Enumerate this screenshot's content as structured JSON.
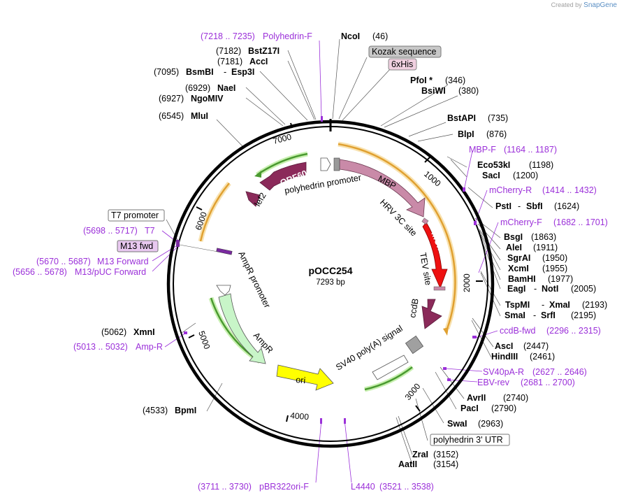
{
  "credit": {
    "prefix": "Created by",
    "brand": "SnapGene"
  },
  "plasmid": {
    "name": "pOCC254",
    "size": "7293 bp"
  },
  "ticks": [
    "1000",
    "2000",
    "3000",
    "4000",
    "5000",
    "6000",
    "7000"
  ],
  "enzymes": [
    {
      "id": "ncoi",
      "name": "NcoI",
      "pos": "(46)"
    },
    {
      "id": "pfoi",
      "name": "PfoI *",
      "pos": "(346)"
    },
    {
      "id": "bsiwi",
      "name": "BsiWI",
      "pos": "(380)"
    },
    {
      "id": "bstapi",
      "name": "BstAPI",
      "pos": "(735)"
    },
    {
      "id": "blpi",
      "name": "BlpI",
      "pos": "(876)"
    },
    {
      "id": "eco53ki",
      "name": "Eco53kI",
      "pos": "(1198)"
    },
    {
      "id": "saci",
      "name": "SacI",
      "pos": "(1200)"
    },
    {
      "id": "psti",
      "name": "PstI",
      "name2": "SbfI",
      "pos": "(1624)"
    },
    {
      "id": "bsgi",
      "name": "BsgI",
      "pos": "(1863)"
    },
    {
      "id": "alei",
      "name": "AleI",
      "pos": "(1911)"
    },
    {
      "id": "sgrai",
      "name": "SgrAI",
      "pos": "(1950)"
    },
    {
      "id": "xcmi",
      "name": "XcmI",
      "pos": "(1955)"
    },
    {
      "id": "bamhi",
      "name": "BamHI",
      "pos": "(1977)"
    },
    {
      "id": "eagi",
      "name": "EagI",
      "name2": "NotI",
      "pos": "(2005)"
    },
    {
      "id": "tspmi",
      "name": "TspMI",
      "name2": "XmaI",
      "pos": "(2193)"
    },
    {
      "id": "smai",
      "name": "SmaI",
      "name2": "SrfI",
      "pos": "(2195)"
    },
    {
      "id": "asci",
      "name": "AscI",
      "pos": "(2447)"
    },
    {
      "id": "hindiii",
      "name": "HindIII",
      "pos": "(2461)"
    },
    {
      "id": "avrii",
      "name": "AvrII",
      "pos": "(2740)"
    },
    {
      "id": "paci",
      "name": "PacI",
      "pos": "(2790)"
    },
    {
      "id": "swai",
      "name": "SwaI",
      "pos": "(2963)"
    },
    {
      "id": "zrai",
      "name": "ZraI",
      "pos": "(3152)"
    },
    {
      "id": "aatii",
      "name": "AatII",
      "pos": "(3154)"
    },
    {
      "id": "bpmi",
      "name": "BpmI",
      "pos": "(4533)"
    },
    {
      "id": "xmni",
      "name": "XmnI",
      "pos": "(5062)"
    },
    {
      "id": "mlui",
      "name": "MluI",
      "pos": "(6545)"
    },
    {
      "id": "ngomiv",
      "name": "NgoMIV",
      "pos": "(6927)"
    },
    {
      "id": "naei",
      "name": "NaeI",
      "pos": "(6929)"
    },
    {
      "id": "bsmbi",
      "name": "BsmBI",
      "name2": "Esp3I",
      "pos": "(7095)"
    },
    {
      "id": "acci",
      "name": "AccI",
      "pos": "(7181)"
    },
    {
      "id": "bstz17i",
      "name": "BstZ17I",
      "pos": "(7182)"
    }
  ],
  "primers": [
    {
      "id": "polyhedrin-f",
      "name": "Polyhedrin-F",
      "pos": "(7218 .. 7235)"
    },
    {
      "id": "mbp-f",
      "name": "MBP-F",
      "pos": "(1164 .. 1187)"
    },
    {
      "id": "mcherry-r",
      "name": "mCherry-R",
      "pos": "(1414 .. 1432)"
    },
    {
      "id": "mcherry-f",
      "name": "mCherry-F",
      "pos": "(1682 .. 1701)"
    },
    {
      "id": "ccdb-fwd",
      "name": "ccdB-fwd",
      "pos": "(2296 .. 2315)"
    },
    {
      "id": "sv40pa-r",
      "name": "SV40pA-R",
      "pos": "(2627 .. 2646)"
    },
    {
      "id": "ebv-rev",
      "name": "EBV-rev",
      "pos": "(2681 .. 2700)"
    },
    {
      "id": "l4440",
      "name": "L4440",
      "pos": "(3521 .. 3538)"
    },
    {
      "id": "pbr322ori-f",
      "name": "pBR322ori-F",
      "pos": "(3711 .. 3730)"
    },
    {
      "id": "amp-r",
      "name": "Amp-R",
      "pos": "(5013 .. 5032)"
    },
    {
      "id": "m13puc-forward",
      "name": "M13/pUC Forward",
      "pos": "(5656 .. 5678)"
    },
    {
      "id": "m13-forward",
      "name": "M13 Forward",
      "pos": "(5670 .. 5687)"
    },
    {
      "id": "t7",
      "name": "T7",
      "pos": "(5698 .. 5717)"
    }
  ],
  "boxes": {
    "kozak": "Kozak sequence",
    "his": "6xHis",
    "t7promoter": "T7 promoter",
    "m13fwd": "M13 fwd",
    "utr": "polyhedrin 3' UTR"
  },
  "features": {
    "orf603": "ORF603",
    "lef2": "lef2",
    "polyhedrin_promoter": "polyhedrin promoter",
    "mbp": "MBP",
    "hrv3c": "HRV 3C site",
    "mcherry": "mCherry",
    "tev": "TEV site",
    "ccdb": "ccdB",
    "sv40": "SV40 poly(A) signal",
    "ori": "ori",
    "ampr": "AmpR",
    "ampr_promoter": "AmpR promoter"
  },
  "colors": {
    "primer": "#9b30d9",
    "orf603": "#8b2a5a",
    "mbp": "#c98aa8",
    "mcherry": "#ee1111",
    "ccdb": "#8b2a5a",
    "ori": "#ffff00",
    "ampr": "#c8f5c8",
    "orange_arc": "#e0a030",
    "green_arc": "#4a9a30"
  }
}
